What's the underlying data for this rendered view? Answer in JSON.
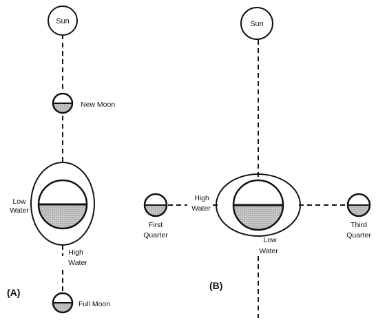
{
  "panel_a": {
    "label": "(A)",
    "sun": "Sun",
    "new_moon": "New Moon",
    "full_moon": "Full Moon",
    "low_water_1": "Low",
    "low_water_2": "Water",
    "high_water_1": "High",
    "high_water_2": "Water"
  },
  "panel_b": {
    "label": "(B)",
    "sun": "Sun",
    "first_quarter_1": "First",
    "first_quarter_2": "Quarter",
    "third_quarter_1": "Third",
    "third_quarter_2": "Quarter",
    "high_water_1": "High",
    "high_water_2": "Water",
    "low_water_1": "Low",
    "low_water_2": "Water"
  },
  "colors": {
    "line": "#111111",
    "water": "#bdbdbd",
    "background": "#ffffff"
  }
}
